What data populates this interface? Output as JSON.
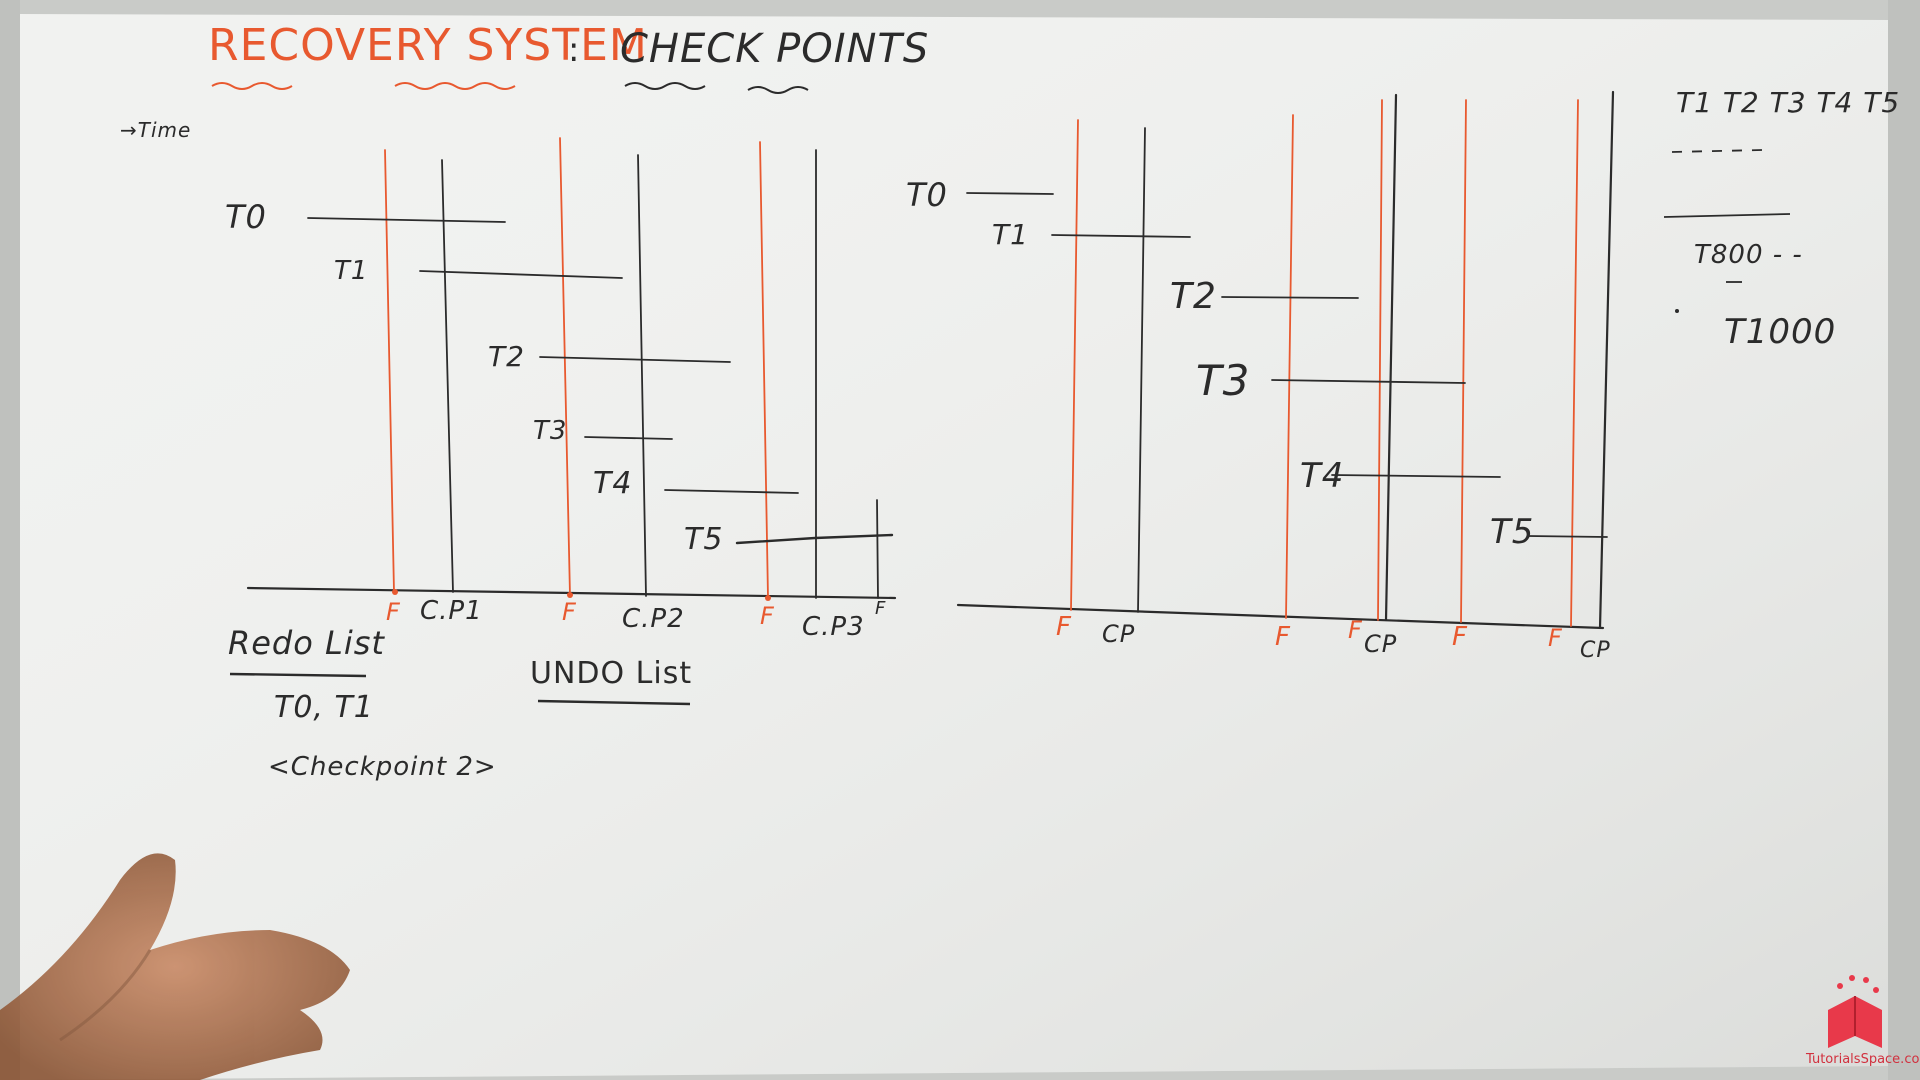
{
  "title": {
    "left": "RECOVERY SYSTEM",
    "separator": ":",
    "right": "CHECK POINTS"
  },
  "time_label": "→Time",
  "colors": {
    "board": "#f1f2f0",
    "ink": "#2b2b2b",
    "accent": "#e8592f"
  },
  "diagram1": {
    "transactions": [
      "T0",
      "T1",
      "T2",
      "T3",
      "T4",
      "T5"
    ],
    "axis_labels": [
      "F",
      "C.P1",
      "F",
      "C.P2",
      "F",
      "C.P3",
      "F"
    ]
  },
  "diagram2": {
    "transactions": [
      "T0",
      "T1",
      "T2",
      "T3",
      "T4",
      "T5"
    ],
    "axis_labels": [
      "F",
      "CP",
      "F",
      "F",
      "CP",
      "F",
      "F",
      "CP"
    ]
  },
  "redo": {
    "heading": "Redo List",
    "items": "T0, T1",
    "checkpoint": "<Checkpoint 2>"
  },
  "undo": {
    "heading": "UNDO List"
  },
  "side_notes": {
    "list": "T1 T2 T3 T4 T5",
    "t800": "T800 - -",
    "t1000": "T1000"
  },
  "logo": {
    "text": "TutorialsSpace.com"
  }
}
